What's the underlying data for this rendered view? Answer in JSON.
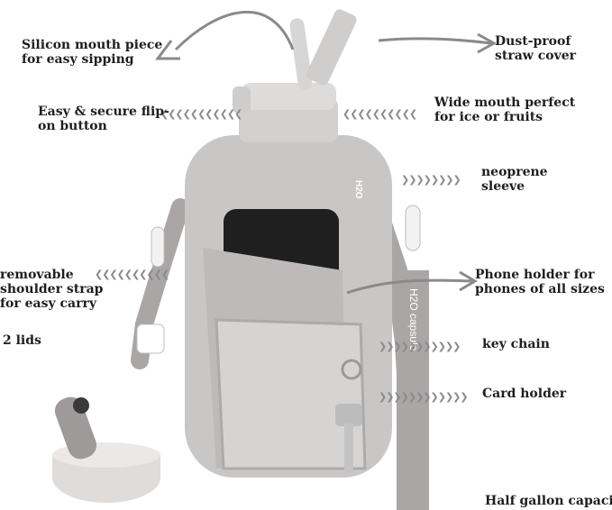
{
  "labels": {
    "mouthpiece": "Silicon mouth piece\nfor easy sipping",
    "straw_cover": "Dust-proof\nstraw cover",
    "flip_button": "Easy & secure flip-\non button",
    "wide_mouth": "Wide mouth perfect\nfor ice or fruits",
    "neoprene": "neoprene\nsleeve",
    "strap": "removable\nshoulder strap\nfor easy carry",
    "phone_holder": "Phone holder for\nphones of all sizes",
    "lids": "2 lids",
    "key_chain": "key chain",
    "card_holder": "Card holder",
    "capacity": "Half gallon capacity"
  },
  "brand": {
    "logo_text": "H2O",
    "strap_text": "capsule"
  },
  "colors": {
    "bottle": "#c9c7c6",
    "sleeve": "#bdbab9",
    "strap": "#a9a6a5",
    "mesh": "#d6d4d3",
    "arrow": "#8a8a8a",
    "text": "#1e1e1e"
  }
}
